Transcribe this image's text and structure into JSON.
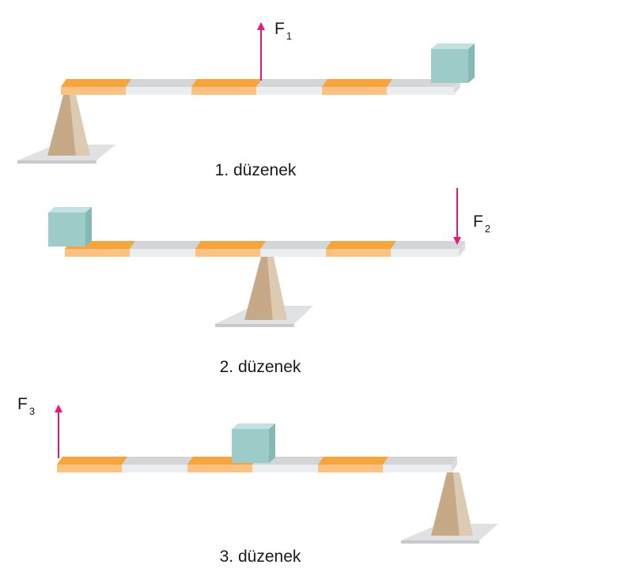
{
  "colors": {
    "orange_top": "#F5A53C",
    "orange_front": "#FBC281",
    "grey_top": "#D4D5D7",
    "grey_front": "#ECEDEE",
    "beam_end": "#DCDCDE",
    "fulcrum_front": "#C6AA88",
    "fulcrum_side": "#DDCBB1",
    "fulcrum_light": "#E6D8C4",
    "base_top": "#E0E1E3",
    "base_front": "#C8C9CC",
    "block_front": "#9CCBC8",
    "block_top": "#C1E2DF",
    "block_side": "#86B8B4",
    "force_arrow": "#E8177D"
  },
  "setups": [
    {
      "caption": "1. düzenek",
      "force": {
        "letter": "F",
        "subscript": "1"
      }
    },
    {
      "caption": "2. düzenek",
      "force": {
        "letter": "F",
        "subscript": "2"
      }
    },
    {
      "caption": "3. düzenek",
      "force": {
        "letter": "F",
        "subscript": "3"
      }
    }
  ]
}
